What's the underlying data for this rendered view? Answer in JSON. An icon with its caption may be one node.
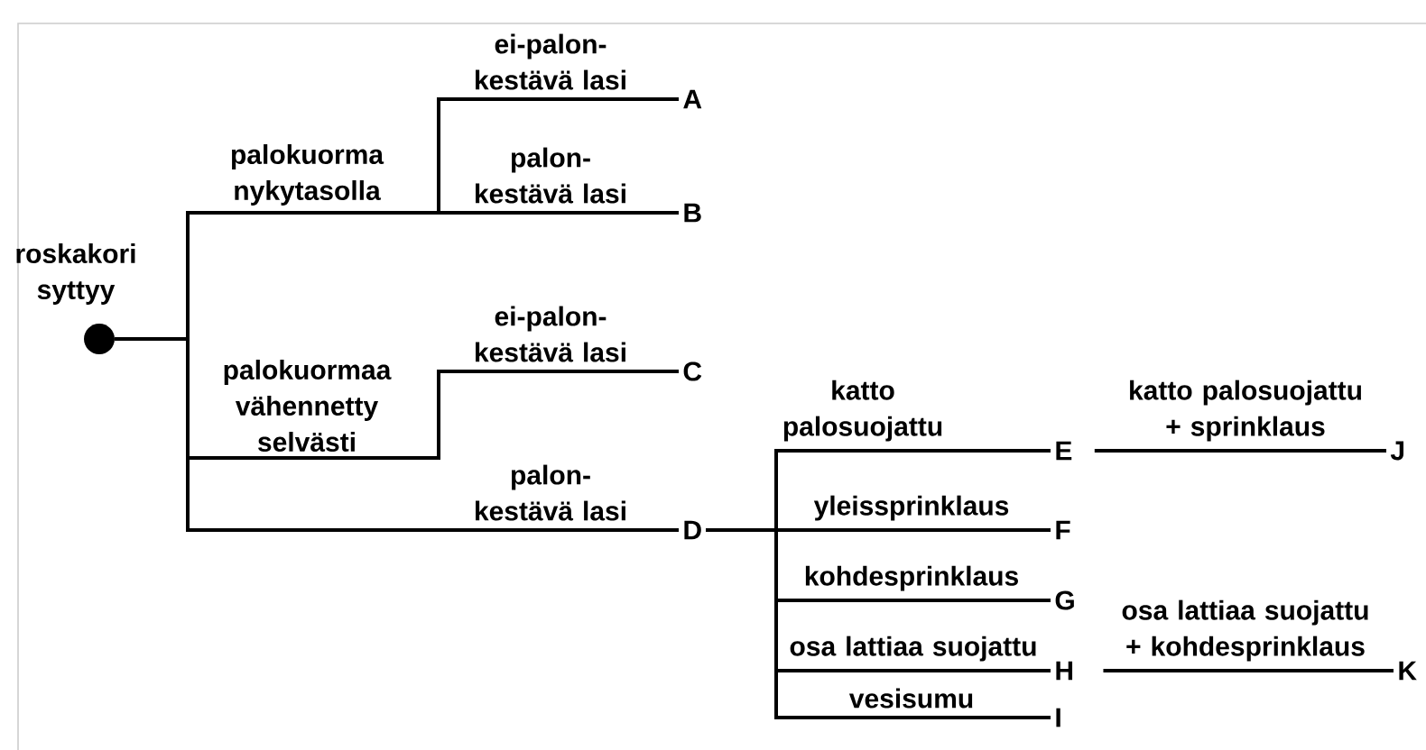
{
  "diagram": {
    "nodes": [
      {
        "text": [
          "roskakori syttyy"
        ]
      },
      {
        "text": [
          "A"
        ]
      },
      {
        "text": [
          "B"
        ]
      },
      {
        "text": [
          "C"
        ]
      },
      {
        "text": [
          "D"
        ]
      },
      {
        "text": [
          "E"
        ]
      },
      {
        "text": [
          "F"
        ]
      },
      {
        "text": [
          "G"
        ]
      },
      {
        "text": [
          "H"
        ]
      },
      {
        "text": [
          "I"
        ]
      },
      {
        "text": [
          "J"
        ]
      },
      {
        "text": [
          "K"
        ]
      }
    ],
    "edges": [
      {
        "from": 0,
        "to": 1,
        "arrow": "none",
        "label": "ei-palon-kestävä lasi"
      },
      {
        "from": 0,
        "to": 2,
        "arrow": "none",
        "label": "palon-kestävä lasi"
      },
      {
        "from": 0,
        "to": 3,
        "arrow": "none",
        "label": "ei-palon-kestävä lasi"
      },
      {
        "from": 0,
        "to": 4,
        "arrow": "none",
        "label": "palon-kestävä lasi"
      },
      {
        "from": 4,
        "to": 5,
        "arrow": "none",
        "label": "katto palosuojattu"
      },
      {
        "from": 4,
        "to": 6,
        "arrow": "none",
        "label": "yleissprinklaus"
      },
      {
        "from": 4,
        "to": 7,
        "arrow": "none",
        "label": "kohdesprinklaus"
      },
      {
        "from": 4,
        "to": 8,
        "arrow": "none",
        "label": "osa lattiaa suojattu"
      },
      {
        "from": 4,
        "to": 9,
        "arrow": "none",
        "label": "vesisumu"
      },
      {
        "from": 5,
        "to": 10,
        "arrow": "none",
        "label": "katto palosuojattu + sprinklaus"
      },
      {
        "from": 8,
        "to": 11,
        "arrow": "none",
        "label": "osa lattiaa suojattu + kohdesprinklaus"
      }
    ],
    "labels": [
      "palokuorma nykytasolla",
      "palokuormaa vähennetty selvästi"
    ]
  }
}
